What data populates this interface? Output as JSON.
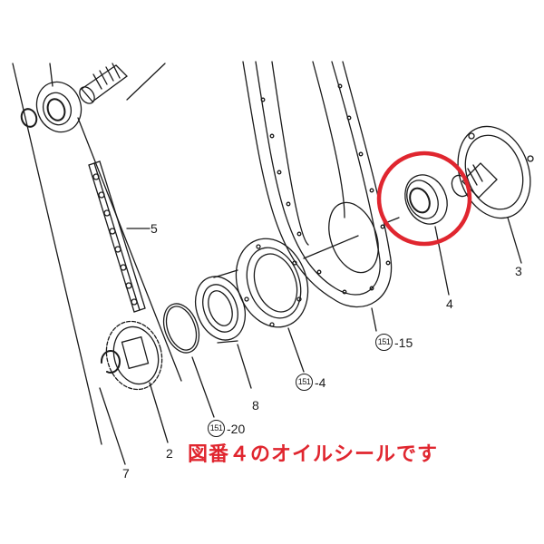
{
  "diagram": {
    "type": "exploded-parts-diagram",
    "highlight": {
      "target_part": "4",
      "color": "#e0262f",
      "shape": "circle"
    },
    "parts": [
      {
        "id": "2",
        "label": "2",
        "description": "sprocket"
      },
      {
        "id": "3",
        "label": "3",
        "description": "flanged housing with splined shaft"
      },
      {
        "id": "4",
        "label": "4",
        "description": "oil seal"
      },
      {
        "id": "5",
        "label": "5",
        "description": "chain"
      },
      {
        "id": "7",
        "label": "7",
        "description": "circlip"
      },
      {
        "id": "8",
        "label": "8",
        "description": "bearing"
      }
    ],
    "references": [
      {
        "circle": "151",
        "suffix": "-15",
        "description": "chain case"
      },
      {
        "circle": "151",
        "suffix": "-4",
        "description": "bearing housing"
      },
      {
        "circle": "151",
        "suffix": "-20",
        "description": "snap ring"
      }
    ],
    "caption": "図番４のオイルシールです",
    "colors": {
      "line": "#1a1a1a",
      "highlight": "#e0262f",
      "background": "#ffffff"
    }
  }
}
